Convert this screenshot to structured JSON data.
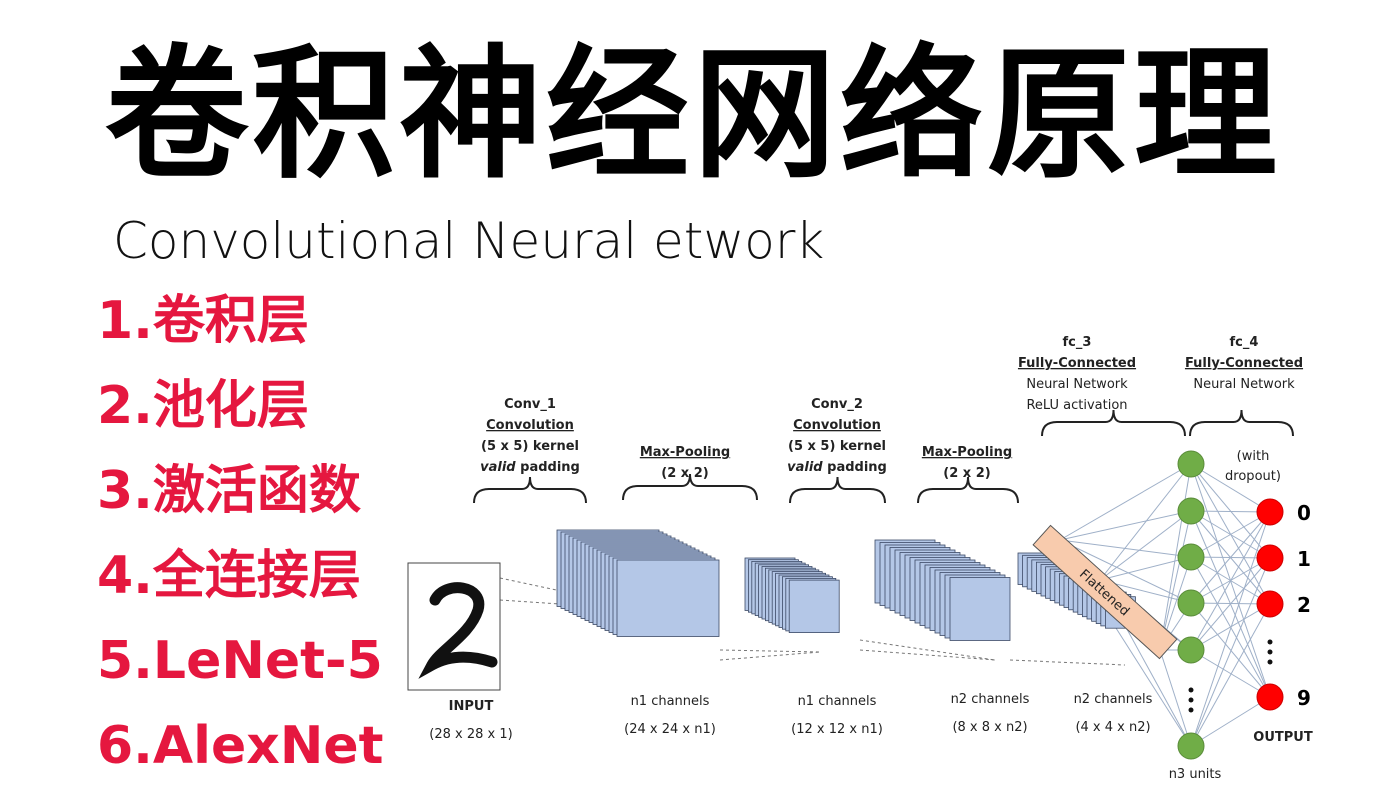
{
  "title": "卷积神经网络原理",
  "subtitle": "Convolutional Neural etwork",
  "topics": [
    "1.卷积层",
    "2.池化层",
    "3.激活函数",
    "4.全连接层",
    "5.LeNet-5",
    "6.AlexNet"
  ],
  "diagram": {
    "conv1": {
      "name": "Conv_1",
      "type": "Convolution",
      "kernel": "(5 x 5) kernel",
      "padding_italic": "valid",
      "padding": " padding"
    },
    "pool1": {
      "type": "Max-Pooling",
      "size": "(2 x 2)"
    },
    "conv2": {
      "name": "Conv_2",
      "type": "Convolution",
      "kernel": "(5 x 5) kernel",
      "padding_italic": "valid",
      "padding": " padding"
    },
    "pool2": {
      "type": "Max-Pooling",
      "size": "(2 x 2)"
    },
    "fc3": {
      "name": "fc_3",
      "type": "Fully-Connected",
      "line1": "Neural Network",
      "line2": "ReLU activation"
    },
    "fc4": {
      "name": "fc_4",
      "type": "Fully-Connected",
      "line1": "Neural Network",
      "dropout1": "(with",
      "dropout2": "dropout)"
    },
    "flattened": "Flattened",
    "input": {
      "label": "INPUT",
      "dims": "(28 x 28 x 1)"
    },
    "stages": [
      {
        "label": "n1 channels",
        "dims": "(24 x 24 x n1)"
      },
      {
        "label": "n1 channels",
        "dims": "(12 x 12 x n1)"
      },
      {
        "label": "n2 channels",
        "dims": "(8 x 8 x n2)"
      },
      {
        "label": "n2 channels",
        "dims": "(4 x 4 x n2)"
      }
    ],
    "hidden_label": "n3 units",
    "outputs": [
      "0",
      "1",
      "2",
      "9"
    ],
    "output_label": "OUTPUT",
    "colors": {
      "hidden": "#70ad47",
      "output": "#ff0000",
      "feature_map": "#b4c7e7",
      "flattened": "#f8cbad",
      "title": "#000000",
      "topics": "#e5173f"
    }
  }
}
